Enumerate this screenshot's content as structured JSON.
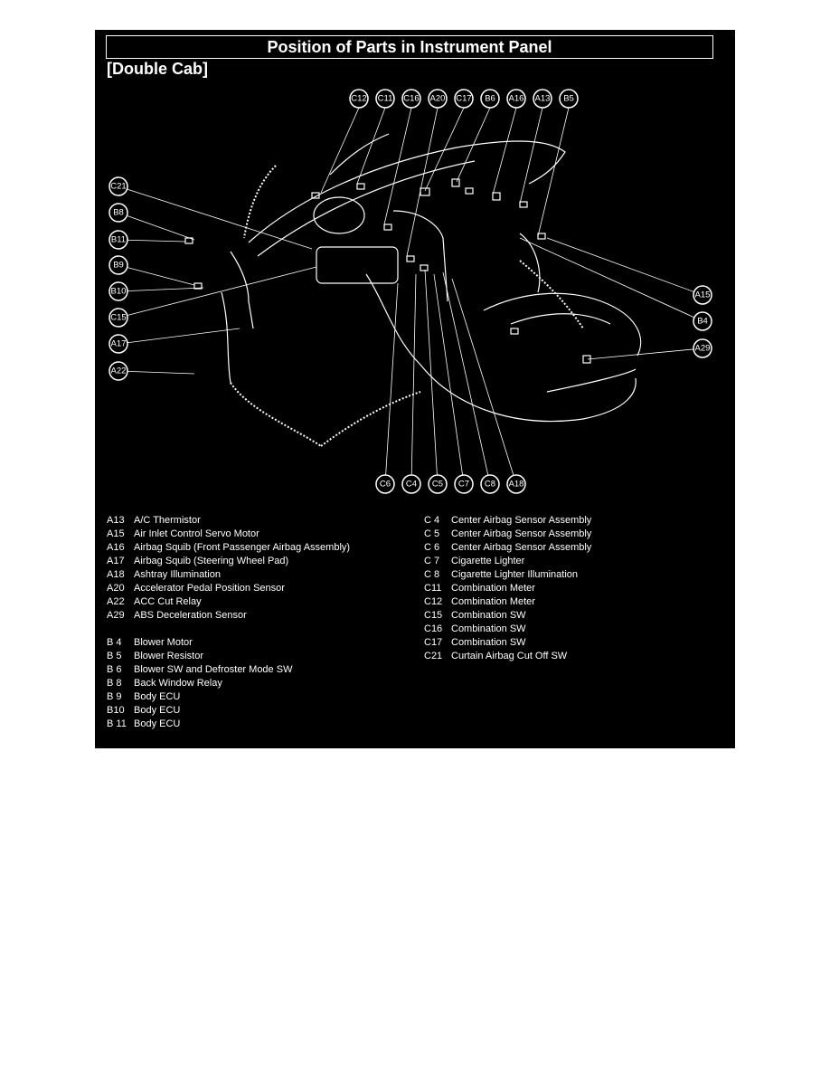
{
  "title": "Position of Parts in Instrument Panel",
  "subtitle": "[Double Cab]",
  "callouts": {
    "top": [
      "C12",
      "C11",
      "C16",
      "A20",
      "C17",
      "B6",
      "A16",
      "A13",
      "B5"
    ],
    "left": [
      "C21",
      "B8",
      "B11",
      "B9",
      "B10",
      "C15",
      "A17",
      "A22"
    ],
    "right": [
      "A15",
      "B4",
      "A29"
    ],
    "bottom": [
      "C6",
      "C4",
      "C5",
      "C7",
      "C8",
      "A18"
    ]
  },
  "legend_left_a": [
    {
      "code": "A13",
      "name": "A/C Thermistor"
    },
    {
      "code": "A15",
      "name": "Air Inlet Control Servo Motor"
    },
    {
      "code": "A16",
      "name": "Airbag Squib (Front Passenger Airbag Assembly)"
    },
    {
      "code": "A17",
      "name": "Airbag Squib (Steering Wheel Pad)"
    },
    {
      "code": "A18",
      "name": "Ashtray Illumination"
    },
    {
      "code": "A20",
      "name": "Accelerator Pedal Position Sensor"
    },
    {
      "code": "A22",
      "name": "ACC Cut Relay"
    },
    {
      "code": "A29",
      "name": "ABS Deceleration Sensor"
    }
  ],
  "legend_left_b": [
    {
      "code": "B  4",
      "name": "Blower Motor"
    },
    {
      "code": "B  5",
      "name": "Blower Resistor"
    },
    {
      "code": "B  6",
      "name": "Blower SW and Defroster Mode SW"
    },
    {
      "code": "B  8",
      "name": "Back Window Relay"
    },
    {
      "code": "B  9",
      "name": "Body ECU"
    },
    {
      "code": "B10",
      "name": "Body ECU"
    },
    {
      "code": "B 11",
      "name": "Body ECU"
    }
  ],
  "legend_right": [
    {
      "code": "C  4",
      "name": "Center Airbag Sensor Assembly"
    },
    {
      "code": "C  5",
      "name": "Center Airbag Sensor Assembly"
    },
    {
      "code": "C  6",
      "name": "Center Airbag Sensor Assembly"
    },
    {
      "code": "C  7",
      "name": "Cigarette Lighter"
    },
    {
      "code": "C  8",
      "name": "Cigarette Lighter Illumination"
    },
    {
      "code": "C11",
      "name": "Combination Meter"
    },
    {
      "code": "C12",
      "name": "Combination Meter"
    },
    {
      "code": "C15",
      "name": "Combination SW"
    },
    {
      "code": "C16",
      "name": "Combination SW"
    },
    {
      "code": "C17",
      "name": "Combination SW"
    },
    {
      "code": "C21",
      "name": "Curtain Airbag Cut Off SW"
    }
  ],
  "colors": {
    "background": "#000000",
    "foreground": "#ffffff"
  }
}
